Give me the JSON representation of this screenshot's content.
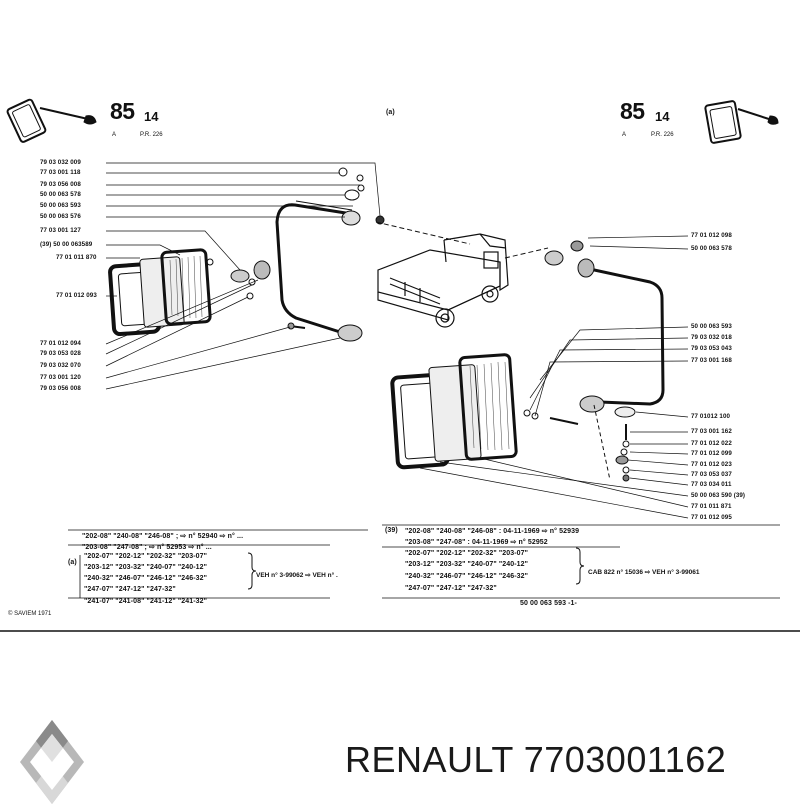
{
  "header": {
    "left_plate": "85",
    "left_plate_sub": "14",
    "left_code_a": "A",
    "left_code_pr": "P.R. 226",
    "center_label": "(a)",
    "right_plate": "85",
    "right_plate_sub": "14",
    "right_code_a": "A",
    "right_code_pr": "P.R. 226"
  },
  "left_refs": [
    "79 03 032 009",
    "77 03 001 118",
    "79 03 056 008",
    "50 00 063 578",
    "50 00 063 593",
    "50 00 063 576",
    "77 03 001 127",
    "(39) 50 00 063589",
    "77 01 011 870",
    "77 01 012 093",
    "77 01 012 094",
    "79 03 053 028",
    "79 03 032 070",
    "77 03 001 120",
    "79 03 056 008"
  ],
  "right_refs": [
    "77 01 012 098",
    "50 00 063 578",
    "50 00 063 593",
    "79 03 032 018",
    "79 03 053 043",
    "77 03 001 168",
    "77 01012 100",
    "77 03 001 162",
    "77 01 012 022",
    "77 01 012 099",
    "77 01 012 023",
    "77 03 053 037",
    "77 03 034 011",
    "50 00 063 590 (39)",
    "77 01 011 871",
    "77 01 012 095"
  ],
  "left_table": {
    "row1": "\"202-08\" \"240-08\" \"246-08\" ; ⇨ n° 52940 ⇨ n° ...",
    "row2": "\"203-08\" \"247-08\" ; ⇨ n° 52953 ⇨ n° ...",
    "label_a": "(a)",
    "group_lines": [
      "\"202-07\" \"202-12\" \"202-32\" \"203-07\"",
      "\"203-12\" \"203-32\" \"240-07\" \"240-12\"",
      "\"240-32\" \"246-07\" \"246-12\" \"246-32\"",
      "\"247-07\" \"247-12\" \"247-32\""
    ],
    "group_ven": "VEH n° 3-99062 ⇨ VEH n° .",
    "row_last": "\"241-07\" \"241-08\" \"241-12\" \"241-32\"",
    "copyright": "© SAVIEM 1971"
  },
  "right_table": {
    "label_39": "(39)",
    "row1": "\"202-08\" \"240-08\" \"246-08\" : 04-11-1969 ⇨ n° 52939",
    "row2": "\"203-08\" \"247-08\" : 04-11-1969 ⇨ n° 52952",
    "group_lines": [
      "\"202-07\" \"202-12\" \"202-32\" \"203-07\"",
      "\"203-12\" \"203-32\" \"240-07\" \"240-12\"",
      "\"240-32\" \"246-07\" \"246-12\" \"246-32\"",
      "\"247-07\" \"247-12\" \"247-32\""
    ],
    "group_cab": "CAB 822 n° 15036 ⇨ VEH n° 3-99061",
    "footer": "50 00 063 593 -1-"
  },
  "brand": {
    "text": "RENAULT 7703001162"
  }
}
